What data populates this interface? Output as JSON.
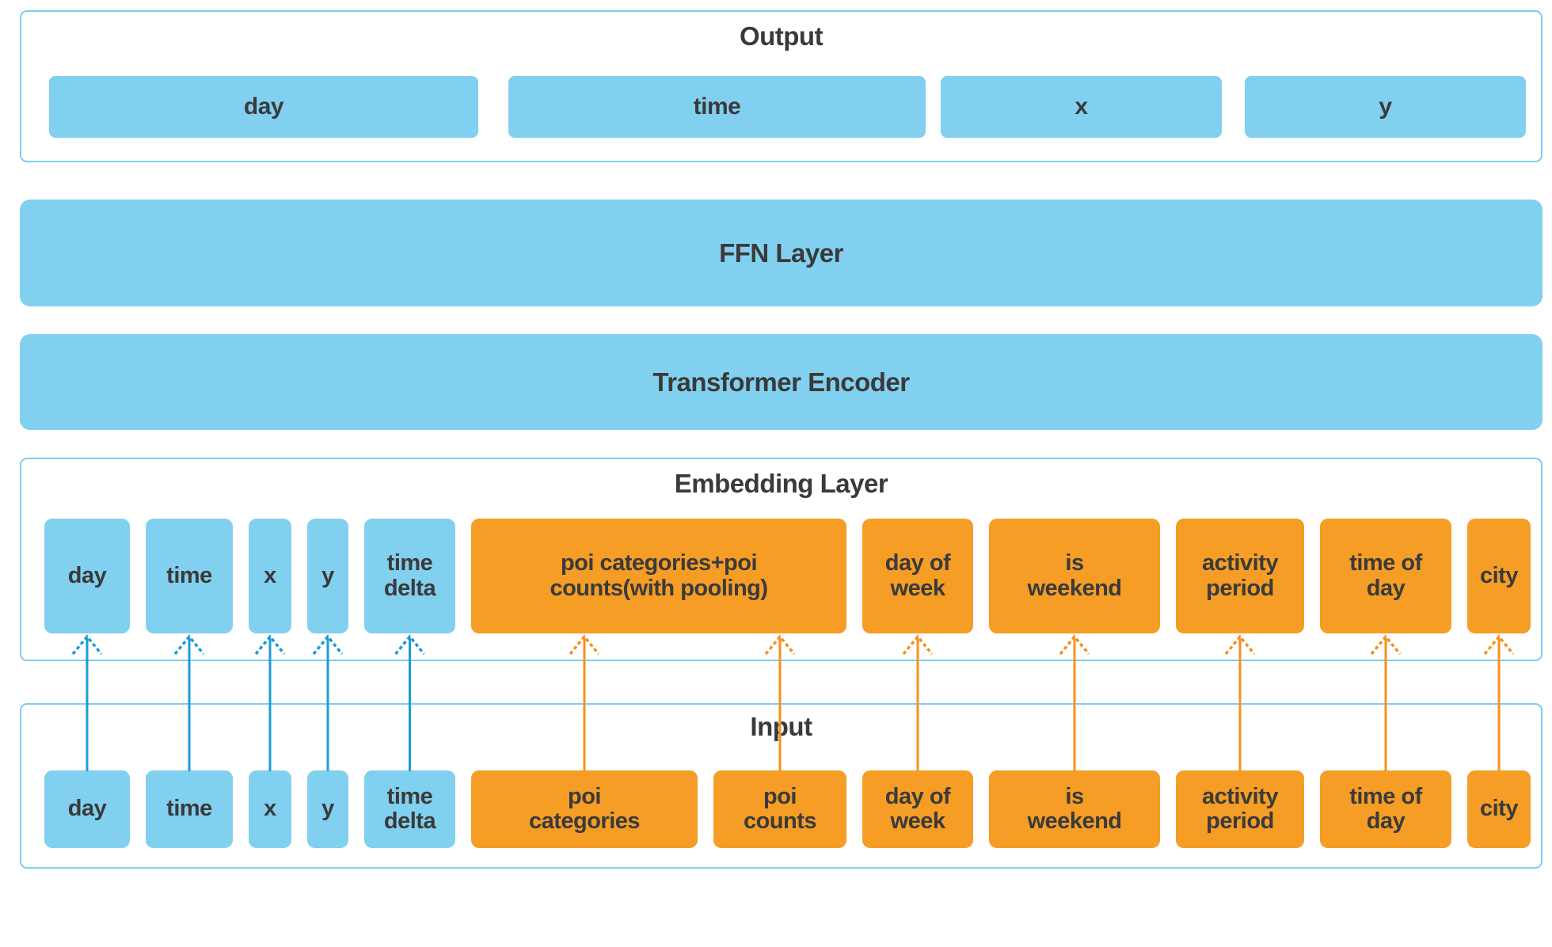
{
  "diagram": {
    "output": {
      "title": "Output",
      "boxes": [
        {
          "label": "day"
        },
        {
          "label": "time"
        },
        {
          "label": "x"
        },
        {
          "label": "y"
        }
      ]
    },
    "ffn": {
      "label": "FFN Layer"
    },
    "encoder": {
      "label": "Transformer Encoder"
    },
    "embedding": {
      "title": "Embedding Layer",
      "boxes": [
        {
          "label": "day",
          "color": "blue"
        },
        {
          "label": "time",
          "color": "blue"
        },
        {
          "label": "x",
          "color": "blue"
        },
        {
          "label": "y",
          "color": "blue"
        },
        {
          "label": "time\ndelta",
          "color": "blue"
        },
        {
          "label": "poi categories+poi\ncounts(with pooling)",
          "color": "orange"
        },
        {
          "label": "day of\nweek",
          "color": "orange"
        },
        {
          "label": "is\nweekend",
          "color": "orange"
        },
        {
          "label": "activity\nperiod",
          "color": "orange"
        },
        {
          "label": "time of\nday",
          "color": "orange"
        },
        {
          "label": "city",
          "color": "orange"
        }
      ]
    },
    "input": {
      "title": "Input",
      "boxes": [
        {
          "label": "day",
          "color": "blue"
        },
        {
          "label": "time",
          "color": "blue"
        },
        {
          "label": "x",
          "color": "blue"
        },
        {
          "label": "y",
          "color": "blue"
        },
        {
          "label": "time\ndelta",
          "color": "blue"
        },
        {
          "label": "poi\ncategories",
          "color": "orange"
        },
        {
          "label": "poi\ncounts",
          "color": "orange"
        },
        {
          "label": "day of\nweek",
          "color": "orange"
        },
        {
          "label": "is\nweekend",
          "color": "orange"
        },
        {
          "label": "activity\nperiod",
          "color": "orange"
        },
        {
          "label": "time of\nday",
          "color": "orange"
        },
        {
          "label": "city",
          "color": "orange"
        }
      ]
    },
    "colors": {
      "box_blue": "#82d0f0",
      "box_orange": "#f59d25",
      "arrow_blue": "#1b9cd9",
      "arrow_orange": "#f6921e",
      "panel_border": "#7ecdee",
      "text": "#3a3a3a"
    }
  }
}
